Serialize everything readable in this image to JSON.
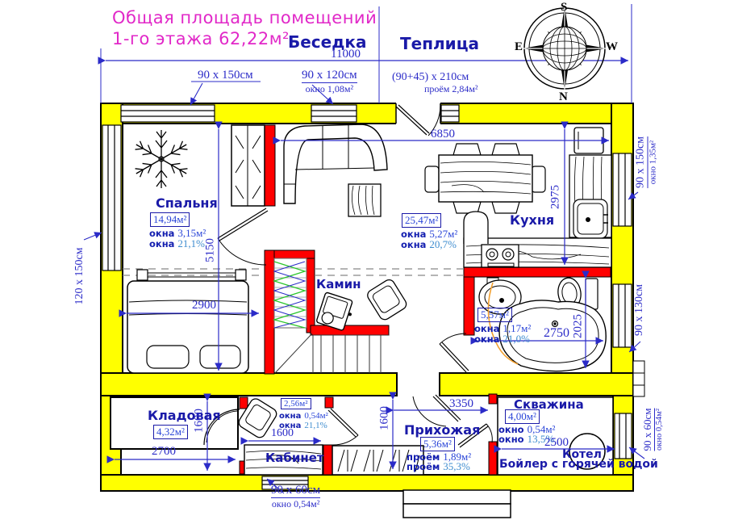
{
  "header": {
    "title_line1": "Общая площадь помещений",
    "title_line2": "1-го этажа 62,22м²",
    "gazebo": "Беседка",
    "greenhouse": "Теплица"
  },
  "compass": {
    "top": "S",
    "bottom": "N",
    "left": "E",
    "right": "W"
  },
  "rooms": {
    "bedroom": {
      "name": "Спальня",
      "area": "14,94м²",
      "stat1_label": "окна",
      "stat1_value": "3,15м²",
      "stat2_label": "окна",
      "stat2_value": "21,1%"
    },
    "kitchen": {
      "name": "Кухня",
      "area": "25,47м²",
      "stat1_label": "окна",
      "stat1_value": "5,27м²",
      "stat2_label": "окна",
      "stat2_value": "20,7%"
    },
    "bathroom": {
      "area": "5,57м²",
      "stat1_label": "окна",
      "stat1_value": "1,17м²",
      "stat2_label": "окна",
      "stat2_value": "21,0%"
    },
    "fireplace": {
      "name": "Камин"
    },
    "storage": {
      "name": "Кладовая",
      "area": "4,32м²"
    },
    "office": {
      "name": "Кабинет",
      "area": "2,56м²",
      "stat1_label": "окна",
      "stat1_value": "0,54м²",
      "stat2_label": "окна",
      "stat2_value": "21,1%"
    },
    "hallway": {
      "name": "Прихожая",
      "area": "5,36м²",
      "stat1_label": "проём",
      "stat1_value": "1,89м²",
      "stat2_label": "проём",
      "stat2_value": "35,3%"
    },
    "well": {
      "name": "Скважина",
      "area": "4,00м²",
      "stat1_label": "окно",
      "stat1_value": "0,54м²",
      "stat2_label": "окно",
      "stat2_value": "13,5%"
    },
    "boiler": {
      "name": "Котел",
      "note": "Бойлер с горячей водой"
    }
  },
  "windows": {
    "top_left": {
      "size": "90 х 150см"
    },
    "top_mid": {
      "size": "90 х 120см",
      "area": "окно 1,08м²"
    },
    "entrance": {
      "size": "(90+45) х 210см",
      "area": "проём 2,84м²"
    },
    "left": {
      "size": "120 х 150см"
    },
    "right_kitchen": {
      "size": "90 х 150см",
      "area": "окно 1,35м²"
    },
    "right_bath": {
      "size": "90 х 130см"
    },
    "right_boiler": {
      "size": "90 х 60см",
      "area": "окно 0,54м²"
    },
    "bottom": {
      "size": "90 х 60см",
      "area": "окно 0,54м²"
    }
  },
  "dimensions": {
    "total_width": "11000",
    "living_width": "6850",
    "kitchen_depth": "2975",
    "bedroom_depth": "5150",
    "bed_width": "2900",
    "bath_width": "2750",
    "bath_depth": "2025",
    "storage_width": "2700",
    "storage_depth": "1600",
    "office_width": "1600",
    "hall_depth": "1600",
    "hall_width": "3350",
    "well_width": "2500"
  },
  "colors": {
    "wall": "#FFFF00",
    "inner_wall": "#FF0000",
    "dimension": "#2B2BC8",
    "title": "#E128C8",
    "label": "#1A1AA8",
    "stairs_green": "#2CC62C",
    "pipe_orange": "#F2A030"
  }
}
